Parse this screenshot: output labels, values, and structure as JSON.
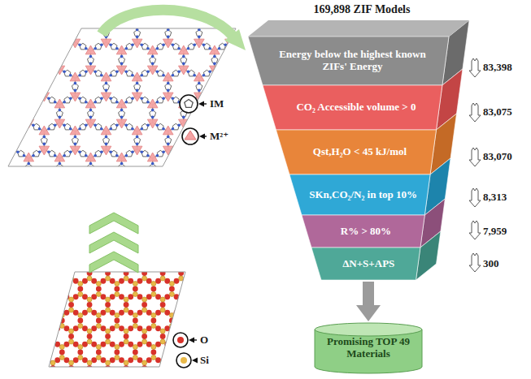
{
  "diagram": {
    "title": "169,898 ZIF Models",
    "nodes": [
      {
        "text": [
          "Energy below the highest known ZIFs' Energy"
        ]
      },
      {
        "text": [
          "CO₂ Accessible volume > 0"
        ]
      },
      {
        "text": [
          "Qst,H₂O < 45 kJ/mol"
        ]
      },
      {
        "text": [
          "SKn,CO₂/N₂ in top 10%"
        ]
      },
      {
        "text": [
          "R% > 80%"
        ]
      },
      {
        "text": [
          "ΔN+S+APS"
        ]
      },
      {
        "text": [
          "Promising TOP 49 Materials"
        ]
      }
    ],
    "edges": [
      {
        "from": 5,
        "to": 6,
        "arrow": "to"
      }
    ],
    "labels": [
      "83,398",
      "83,075",
      "83,070",
      "8,313",
      "7,959",
      "300",
      "IM",
      "M²⁺",
      "O",
      "Si"
    ]
  }
}
